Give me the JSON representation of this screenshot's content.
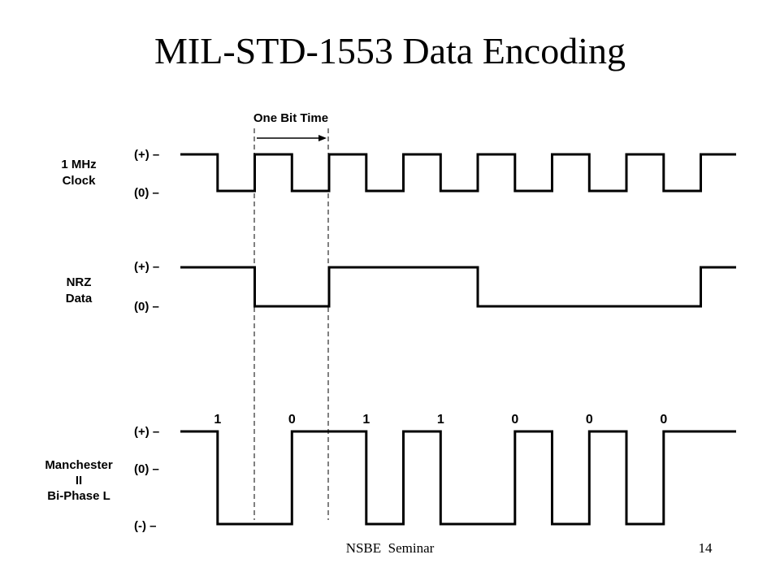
{
  "slide": {
    "title": "MIL-STD-1553 Data Encoding",
    "footer": "NSBE  Seminar",
    "page_number": "14"
  },
  "diagram": {
    "bit_time_label": "One Bit Time",
    "signals": [
      {
        "id": "clock",
        "name_lines": [
          "1 MHz",
          "Clock"
        ],
        "levels": [
          "(+) –",
          "(0) –"
        ],
        "waveform": [
          [
            0,
            1
          ],
          [
            0.5,
            0
          ],
          [
            1,
            1
          ],
          [
            1.5,
            0
          ],
          [
            2,
            1
          ],
          [
            2.5,
            0
          ],
          [
            3,
            1
          ],
          [
            3.5,
            0
          ],
          [
            4,
            1
          ],
          [
            4.5,
            0
          ],
          [
            5,
            1
          ],
          [
            5.5,
            0
          ],
          [
            6,
            1
          ],
          [
            6.5,
            0
          ],
          [
            7,
            1
          ]
        ]
      },
      {
        "id": "nrz",
        "name_lines": [
          "NRZ",
          "Data"
        ],
        "levels": [
          "(+) –",
          "(0) –"
        ],
        "waveform": [
          [
            0,
            1
          ],
          [
            1,
            0
          ],
          [
            2,
            1
          ],
          [
            4,
            0
          ],
          [
            7,
            1
          ]
        ]
      },
      {
        "id": "manchester",
        "name_lines": [
          "Manchester",
          "II",
          "Bi-Phase L"
        ],
        "levels": [
          "(+) –",
          "(0) –",
          "(-) –"
        ],
        "bits": [
          "1",
          "0",
          "1",
          "1",
          "0",
          "0",
          "0"
        ],
        "waveform": [
          [
            0,
            1
          ],
          [
            0.5,
            -1
          ],
          [
            1.5,
            1
          ],
          [
            2.5,
            -1
          ],
          [
            3,
            1
          ],
          [
            3.5,
            -1
          ],
          [
            4.5,
            1
          ],
          [
            5,
            -1
          ],
          [
            5.5,
            1
          ],
          [
            6,
            -1
          ],
          [
            6.5,
            1
          ]
        ]
      }
    ]
  }
}
